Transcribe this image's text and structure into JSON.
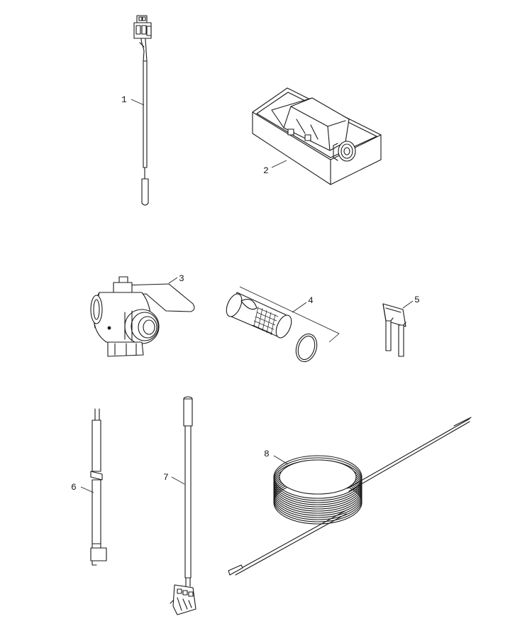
{
  "parts": [
    {
      "id": "part-1",
      "label": "1",
      "icon": "sensor-cable-with-connector"
    },
    {
      "id": "part-2",
      "label": "2",
      "icon": "housing-box"
    },
    {
      "id": "part-3",
      "label": "3",
      "icon": "ball-valve"
    },
    {
      "id": "part-4",
      "label": "4",
      "icon": "strainer-with-o-ring"
    },
    {
      "id": "part-5",
      "label": "5",
      "icon": "jumper-bridge"
    },
    {
      "id": "part-6",
      "label": "6",
      "icon": "cable-with-plug"
    },
    {
      "id": "part-7",
      "label": "7",
      "icon": "sensor-probe-with-terminal"
    },
    {
      "id": "part-8",
      "label": "8",
      "icon": "coiled-capillary-sensor"
    }
  ]
}
